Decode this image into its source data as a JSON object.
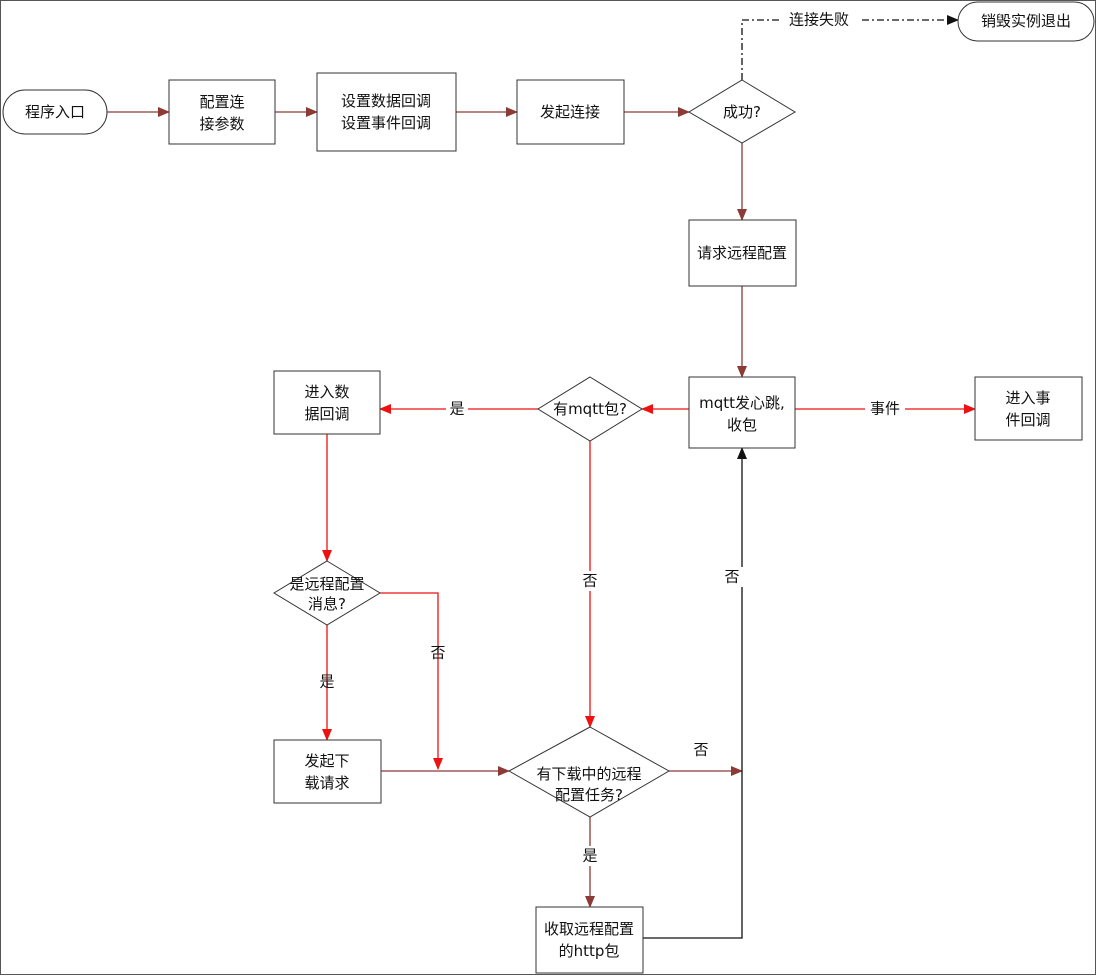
{
  "nodes": {
    "entry": {
      "label": [
        "程序入口"
      ],
      "shape": "terminal"
    },
    "config_params": {
      "label": [
        "配置连",
        "接参数"
      ],
      "shape": "process"
    },
    "set_callbacks": {
      "label": [
        "设置数据回调",
        "设置事件回调"
      ],
      "shape": "process"
    },
    "connect": {
      "label": [
        "发起连接"
      ],
      "shape": "process"
    },
    "success": {
      "label": [
        "成功?"
      ],
      "shape": "decision"
    },
    "destroy_exit": {
      "label": [
        "销毁实例退出"
      ],
      "shape": "terminal"
    },
    "request_remote_config": {
      "label": [
        "请求远程配置"
      ],
      "shape": "process"
    },
    "heartbeat_recv": {
      "label": [
        "mqtt发心跳,",
        "收包"
      ],
      "shape": "process"
    },
    "has_mqtt": {
      "label": [
        "有mqtt包?"
      ],
      "shape": "decision"
    },
    "data_callback": {
      "label": [
        "进入数",
        "据回调"
      ],
      "shape": "process"
    },
    "event_callback": {
      "label": [
        "进入事",
        "件回调"
      ],
      "shape": "process"
    },
    "is_remote_msg": {
      "label": [
        "是远程配置",
        "消息?"
      ],
      "shape": "decision"
    },
    "download_request": {
      "label": [
        "发起下",
        "载请求"
      ],
      "shape": "process"
    },
    "has_download_task": {
      "label": [
        "有下载中的远程",
        "配置任务?"
      ],
      "shape": "decision"
    },
    "fetch_http": {
      "label": [
        "收取远程配置",
        "的http包"
      ],
      "shape": "process"
    }
  },
  "edge_labels": {
    "connect_fail": "连接失败",
    "event": "事件",
    "yes_mqtt": "是",
    "no_mqtt": "否",
    "yes_remote": "是",
    "no_remote": "否",
    "yes_task": "是",
    "no_task": "否",
    "no_loop": "否"
  },
  "colors": {
    "dark_arrow": "#8b3a36",
    "red_arrow": "#ee1111",
    "black": "#111111"
  }
}
